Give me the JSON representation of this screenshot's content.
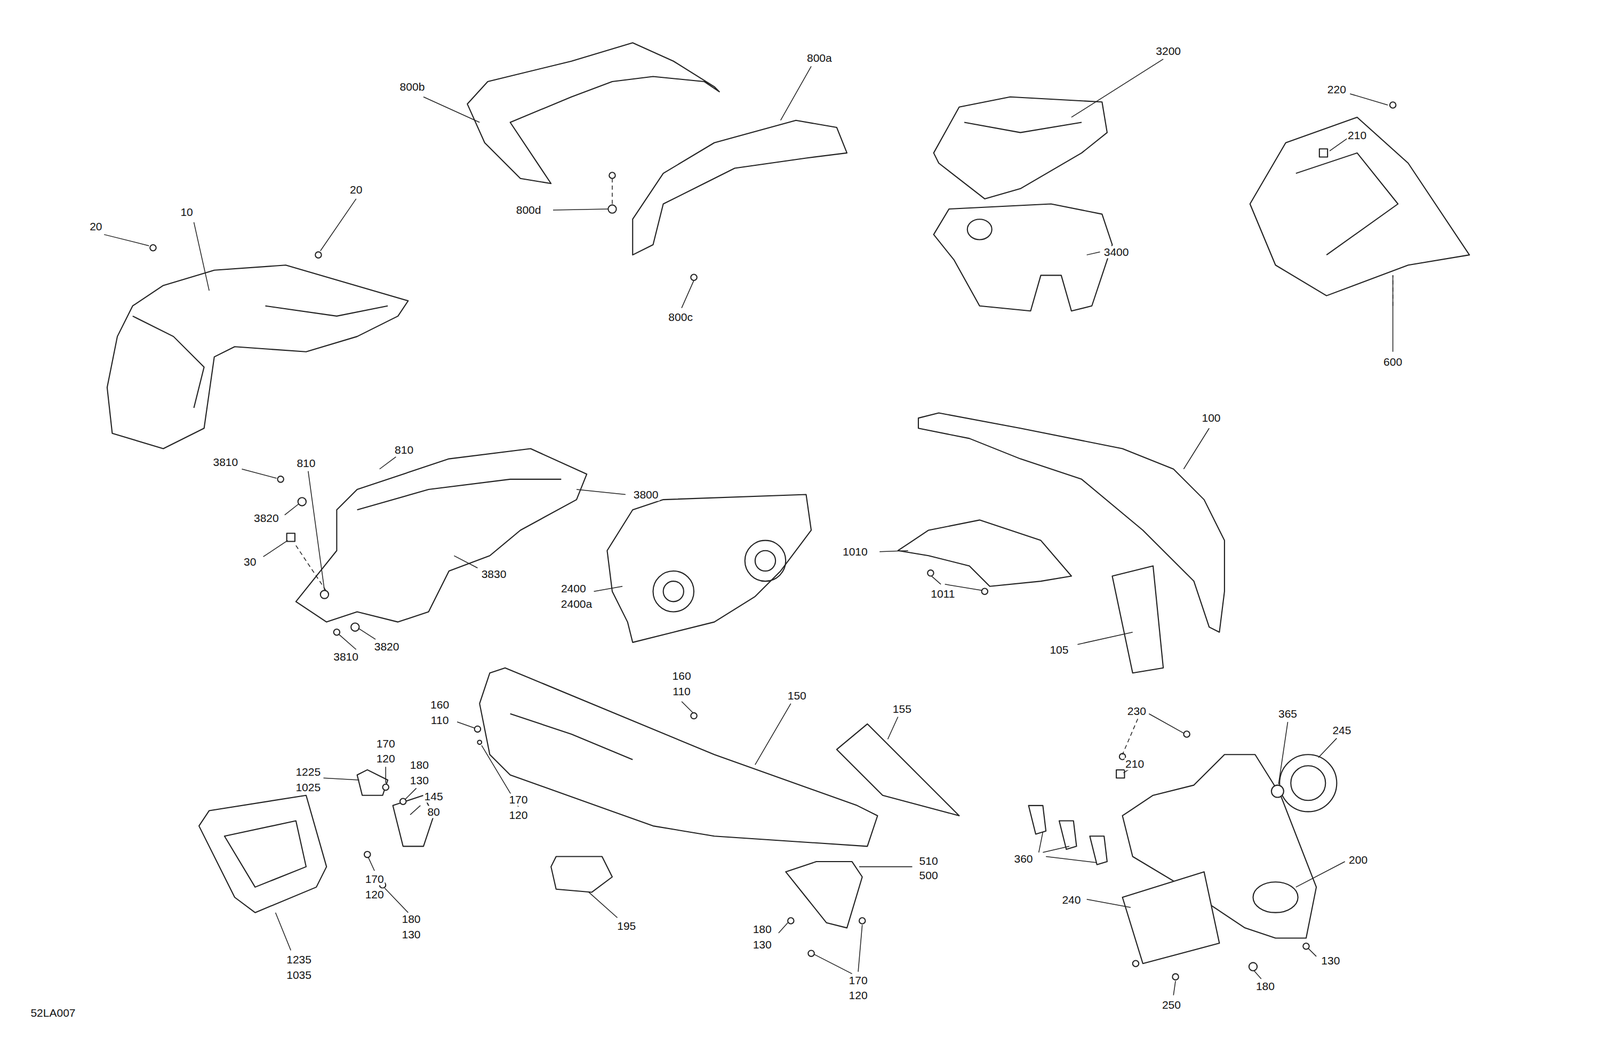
{
  "diagram": {
    "labels": [
      "800b",
      "800a",
      "3200",
      "220",
      "210",
      "20",
      "20",
      "10",
      "800d",
      "800c",
      "3400",
      "600",
      "100",
      "3810",
      "810",
      "810",
      "3800",
      "3820",
      "30",
      "1010",
      "3830",
      "2400",
      "2400a",
      "3810",
      "3820",
      "1011",
      "105",
      "160",
      "110",
      "150",
      "155",
      "160",
      "110",
      "230",
      "365",
      "245",
      "170",
      "120",
      "1225",
      "1025",
      "180",
      "130",
      "210",
      "145",
      "80",
      "170",
      "120",
      "510",
      "500",
      "200",
      "360",
      "170",
      "120",
      "180",
      "130",
      "240",
      "195",
      "180",
      "130",
      "1235",
      "1035",
      "130",
      "170",
      "120",
      "180",
      "250",
      "52LA007"
    ]
  }
}
